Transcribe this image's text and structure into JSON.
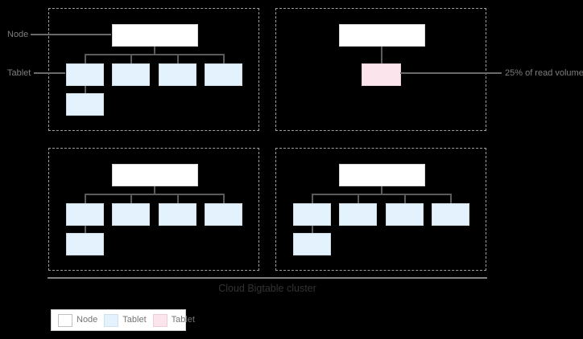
{
  "diagram": {
    "title": "Cloud Bigtable cluster",
    "annotations": {
      "node": "Node",
      "tablet": "Tablet",
      "read_volume": "25% of read volume"
    },
    "legend": [
      {
        "label": "Node",
        "color": "#ffffff"
      },
      {
        "label": "Tablet",
        "color": "#e3f2fd"
      },
      {
        "label": "Tablet",
        "color": "#fce4ec"
      }
    ],
    "groups": [
      {
        "name": "node-group-top-left",
        "node_count": 1,
        "tablet_count": 5,
        "tablet_type": "blue"
      },
      {
        "name": "node-group-top-right",
        "node_count": 1,
        "tablet_count": 1,
        "tablet_type": "pink"
      },
      {
        "name": "node-group-bottom-left",
        "node_count": 1,
        "tablet_count": 5,
        "tablet_type": "blue"
      },
      {
        "name": "node-group-bottom-right",
        "node_count": 1,
        "tablet_count": 5,
        "tablet_type": "blue"
      }
    ],
    "colors": {
      "background": "#000000",
      "node_fill": "#ffffff",
      "tablet_fill": "#e3f2fd",
      "hot_tablet_fill": "#fce4ec",
      "connector_line": "#5a5b5d",
      "dashed_border": "#9e9e9e",
      "label_text": "#7d7d7d",
      "title_text": "#333333"
    }
  }
}
